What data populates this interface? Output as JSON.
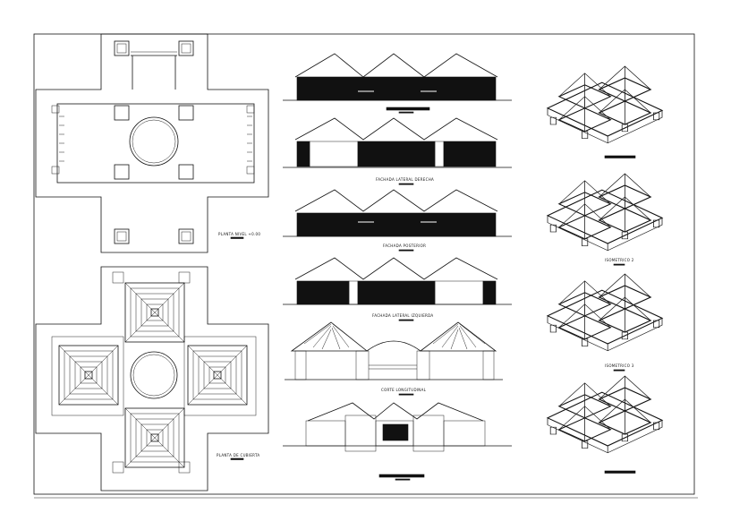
{
  "labels": {
    "plan_floor": "PLANTA NIVEL +0.00",
    "plan_roof": "PLANTA DE CUBIERTA",
    "facade_right": "FACHADA LATERAL DERECHA",
    "facade_rear": "FACHADA POSTERIOR",
    "facade_left": "FACHADA LATERAL IZQUIERDA",
    "section_long": "CORTE LONGITUDINAL",
    "iso_2": "ISOMETRICO 2",
    "iso_3": "ISOMETRICO 3"
  },
  "colors": {
    "ink": "#111111",
    "paper": "#ffffff"
  }
}
